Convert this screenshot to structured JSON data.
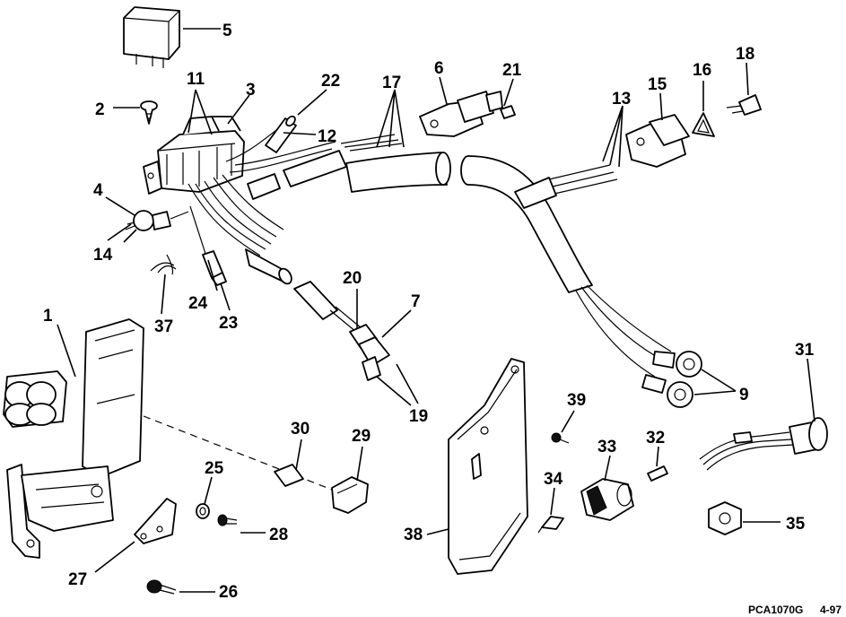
{
  "callouts": [
    "1",
    "2",
    "3",
    "4",
    "5",
    "6",
    "7",
    "9",
    "11",
    "12",
    "13",
    "14",
    "15",
    "16",
    "17",
    "18",
    "19",
    "20",
    "21",
    "22",
    "23",
    "24",
    "25",
    "26",
    "27",
    "28",
    "29",
    "30",
    "31",
    "32",
    "33",
    "34",
    "35",
    "37",
    "38",
    "39"
  ],
  "footer": {
    "code": "PCA1070G",
    "date": "4-97"
  }
}
